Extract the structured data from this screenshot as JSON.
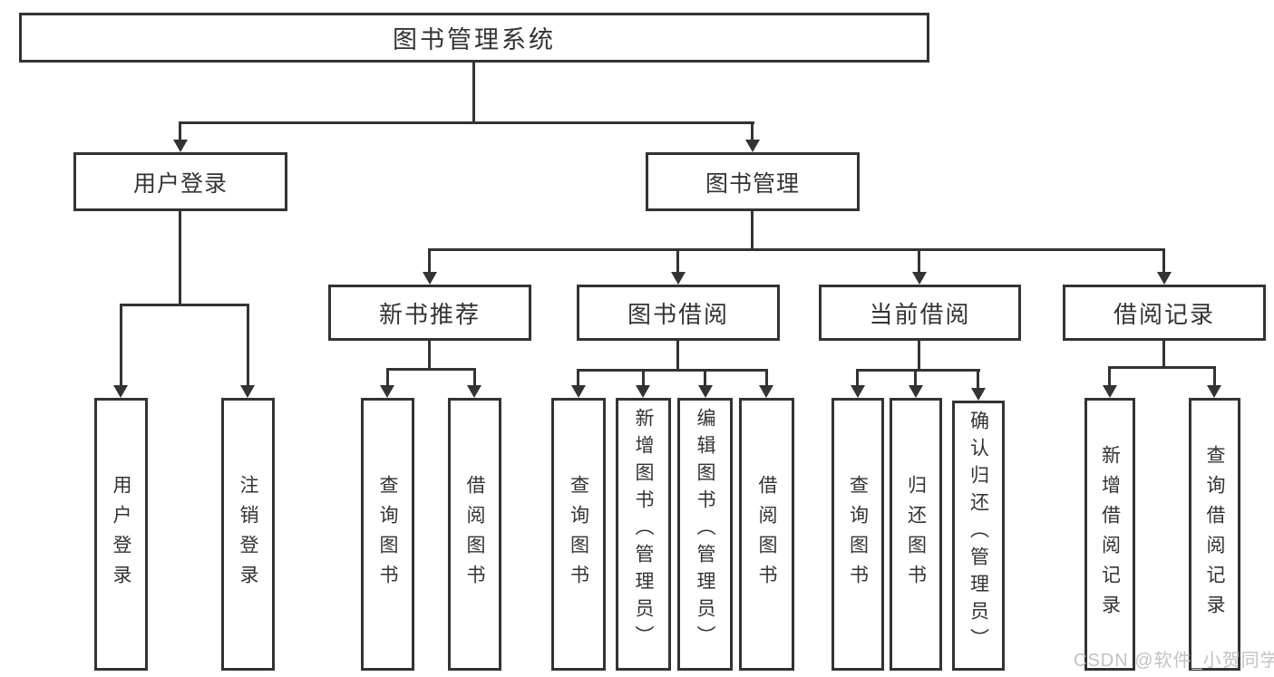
{
  "diagram": {
    "root": {
      "label": "图书管理系统"
    },
    "level2": {
      "user_login": {
        "label": "用户登录"
      },
      "book_management": {
        "label": "图书管理"
      }
    },
    "level3": {
      "new_book_recommend": {
        "label": "新书推荐"
      },
      "book_borrowing": {
        "label": "图书借阅"
      },
      "current_borrowing": {
        "label": "当前借阅"
      },
      "borrowing_records": {
        "label": "借阅记录"
      }
    },
    "leaves": {
      "user_login": [
        "用户登录",
        "注销登录"
      ],
      "new_book_recommend": [
        "查询图书",
        "借阅图书"
      ],
      "book_borrowing": [
        "查询图书",
        "新增图书（管理员）",
        "编辑图书（管理员）",
        "借阅图书"
      ],
      "current_borrowing": [
        "查询图书",
        "归还图书",
        "确认归还（管理员）"
      ],
      "borrowing_records": [
        "新增借阅记录",
        "查询借阅记录"
      ]
    }
  },
  "watermark": {
    "text": "CSDN @软件_小贺同学"
  },
  "colors": {
    "line": "#333333",
    "watermark_color": "#c2c2c2",
    "background": "#ffffff"
  }
}
